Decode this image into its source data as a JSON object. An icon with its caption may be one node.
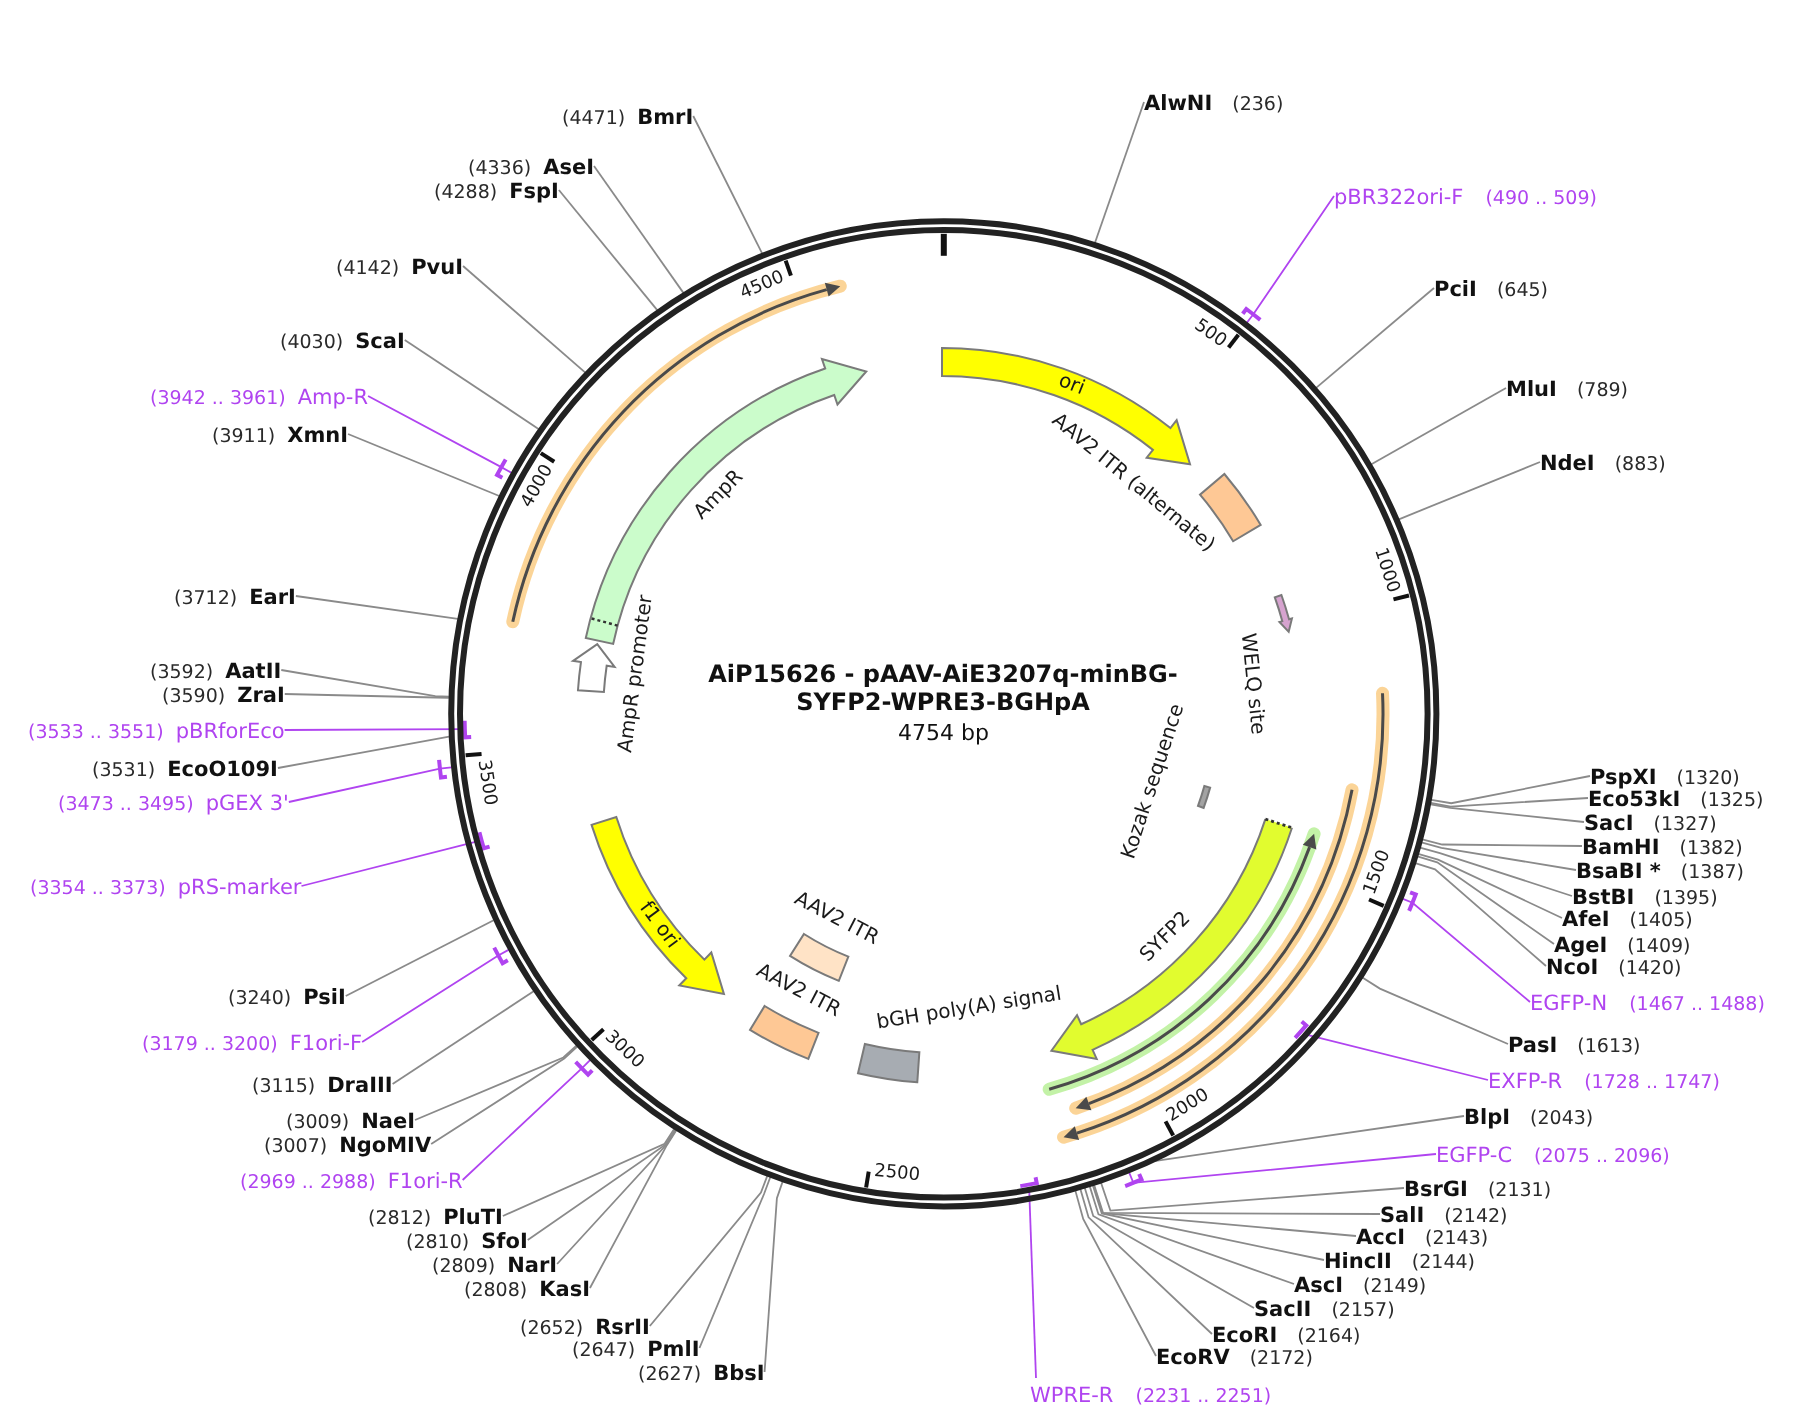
{
  "diagram": {
    "title": "AiP15626 - pAAV-AiE3207q-minBG-SYFP2-WPRE3-BGHpA",
    "nodes": [
      {
        "text": [
          "AlwNI",
          "(236)"
        ]
      },
      {
        "text": [
          "pBR322ori-F",
          "(490 .. 509)"
        ]
      },
      {
        "text": [
          "PciI",
          "(645)"
        ]
      },
      {
        "text": [
          "MluI",
          "(789)"
        ]
      },
      {
        "text": [
          "NdeI",
          "(883)"
        ]
      },
      {
        "text": [
          "PspXI",
          "(1320)"
        ]
      },
      {
        "text": [
          "Eco53kI",
          "(1325)"
        ]
      },
      {
        "text": [
          "SacI",
          "(1327)"
        ]
      },
      {
        "text": [
          "BamHI",
          "(1382)"
        ]
      },
      {
        "text": [
          "BsaBI *",
          "(1387)"
        ]
      },
      {
        "text": [
          "BstBI",
          "(1395)"
        ]
      },
      {
        "text": [
          "AfeI",
          "(1405)"
        ]
      },
      {
        "text": [
          "AgeI",
          "(1409)"
        ]
      },
      {
        "text": [
          "NcoI",
          "(1420)"
        ]
      },
      {
        "text": [
          "EGFP-N",
          "(1467 .. 1488)"
        ]
      },
      {
        "text": [
          "PasI",
          "(1613)"
        ]
      },
      {
        "text": [
          "EXFP-R",
          "(1728 .. 1747)"
        ]
      },
      {
        "text": [
          "BlpI",
          "(2043)"
        ]
      },
      {
        "text": [
          "EGFP-C",
          "(2075 .. 2096)"
        ]
      },
      {
        "text": [
          "BsrGI",
          "(2131)"
        ]
      },
      {
        "text": [
          "SalI",
          "(2142)"
        ]
      },
      {
        "text": [
          "AccI",
          "(2143)"
        ]
      },
      {
        "text": [
          "HincII",
          "(2144)"
        ]
      },
      {
        "text": [
          "AscI",
          "(2149)"
        ]
      },
      {
        "text": [
          "SacII",
          "(2157)"
        ]
      },
      {
        "text": [
          "EcoRI",
          "(2164)"
        ]
      },
      {
        "text": [
          "EcoRV",
          "(2172)"
        ]
      },
      {
        "text": [
          "WPRE-R",
          "(2231 .. 2251)"
        ]
      },
      {
        "text": [
          "(2627)",
          "BbsI"
        ]
      },
      {
        "text": [
          "(2647)",
          "PmlI"
        ]
      },
      {
        "text": [
          "(2652)",
          "RsrII"
        ]
      },
      {
        "text": [
          "(2808)",
          "KasI"
        ]
      },
      {
        "text": [
          "(2809)",
          "NarI"
        ]
      },
      {
        "text": [
          "(2810)",
          "SfoI"
        ]
      },
      {
        "text": [
          "(2812)",
          "PluTI"
        ]
      },
      {
        "text": [
          "(2969 .. 2988)",
          "F1ori-R"
        ]
      },
      {
        "text": [
          "(3007)",
          "NgoMIV"
        ]
      },
      {
        "text": [
          "(3009)",
          "NaeI"
        ]
      },
      {
        "text": [
          "(3115)",
          "DraIII"
        ]
      },
      {
        "text": [
          "(3179 .. 3200)",
          "F1ori-F"
        ]
      },
      {
        "text": [
          "(3240)",
          "PsiI"
        ]
      },
      {
        "text": [
          "(3354 .. 3373)",
          "pRS-marker"
        ]
      },
      {
        "text": [
          "(3473 .. 3495)",
          "pGEX 3'"
        ]
      },
      {
        "text": [
          "(3531)",
          "EcoO109I"
        ]
      },
      {
        "text": [
          "(3533 .. 3551)",
          "pBRforEco"
        ]
      },
      {
        "text": [
          "(3590)",
          "ZraI"
        ]
      },
      {
        "text": [
          "(3592)",
          "AatII"
        ]
      },
      {
        "text": [
          "(3712)",
          "EarI"
        ]
      },
      {
        "text": [
          "(3911)",
          "XmnI"
        ]
      },
      {
        "text": [
          "(3942 .. 3961)",
          "Amp-R"
        ]
      },
      {
        "text": [
          "(4030)",
          "ScaI"
        ]
      },
      {
        "text": [
          "(4142)",
          "PvuI"
        ]
      },
      {
        "text": [
          "(4288)",
          "FspI"
        ]
      },
      {
        "text": [
          "(4336)",
          "AseI"
        ]
      },
      {
        "text": [
          "(4471)",
          "BmrI"
        ]
      },
      {
        "text": [],
        "shape": "circle"
      },
      {
        "text": [
          "ori"
        ],
        "in": 55
      },
      {
        "text": [
          "AAV2 ITR (alternate)"
        ],
        "in": 55
      },
      {
        "text": [
          "WELQ site"
        ],
        "in": 55
      },
      {
        "text": [
          "Kozak sequence"
        ],
        "in": 55
      },
      {
        "text": [
          "SYFP2"
        ],
        "in": 55
      },
      {
        "text": [
          "bGH poly(A) signal"
        ],
        "in": 55
      },
      {
        "text": [
          "AAV2 ITR"
        ],
        "in": 55
      },
      {
        "text": [
          "AAV2 ITR"
        ],
        "in": 55
      },
      {
        "text": [
          "f1 ori"
        ],
        "in": 55
      },
      {
        "text": [
          "AmpR promoter"
        ],
        "in": 55
      },
      {
        "text": [
          "AmpR"
        ],
        "in": 55
      }
    ],
    "edges": [
      {
        "from": 0,
        "to": 55,
        "arrow": "none"
      },
      {
        "from": 1,
        "to": 55,
        "arrow": "none",
        "color": "#b044f0"
      },
      {
        "from": 2,
        "to": 55,
        "arrow": "none"
      },
      {
        "from": 3,
        "to": 55,
        "arrow": "none"
      },
      {
        "from": 4,
        "to": 55,
        "arrow": "none"
      },
      {
        "from": 5,
        "to": 55,
        "arrow": "none"
      },
      {
        "from": 6,
        "to": 55,
        "arrow": "none"
      },
      {
        "from": 7,
        "to": 55,
        "arrow": "none"
      },
      {
        "from": 8,
        "to": 55,
        "arrow": "none"
      },
      {
        "from": 9,
        "to": 55,
        "arrow": "none"
      },
      {
        "from": 10,
        "to": 55,
        "arrow": "none"
      },
      {
        "from": 11,
        "to": 55,
        "arrow": "none"
      },
      {
        "from": 12,
        "to": 55,
        "arrow": "none"
      },
      {
        "from": 13,
        "to": 55,
        "arrow": "none"
      },
      {
        "from": 14,
        "to": 55,
        "arrow": "none",
        "color": "#b044f0"
      },
      {
        "from": 15,
        "to": 55,
        "arrow": "none"
      },
      {
        "from": 16,
        "to": 55,
        "arrow": "none",
        "color": "#b044f0"
      },
      {
        "from": 17,
        "to": 55,
        "arrow": "none"
      },
      {
        "from": 18,
        "to": 55,
        "arrow": "none",
        "color": "#b044f0"
      },
      {
        "from": 19,
        "to": 55,
        "arrow": "none"
      },
      {
        "from": 20,
        "to": 55,
        "arrow": "none"
      },
      {
        "from": 21,
        "to": 55,
        "arrow": "none"
      },
      {
        "from": 22,
        "to": 55,
        "arrow": "none"
      },
      {
        "from": 23,
        "to": 55,
        "arrow": "none"
      },
      {
        "from": 24,
        "to": 55,
        "arrow": "none"
      },
      {
        "from": 25,
        "to": 55,
        "arrow": "none"
      },
      {
        "from": 26,
        "to": 55,
        "arrow": "none"
      },
      {
        "from": 27,
        "to": 55,
        "arrow": "none",
        "color": "#b044f0"
      },
      {
        "from": 28,
        "to": 55,
        "arrow": "none"
      },
      {
        "from": 29,
        "to": 55,
        "arrow": "none"
      },
      {
        "from": 30,
        "to": 55,
        "arrow": "none"
      },
      {
        "from": 31,
        "to": 55,
        "arrow": "none"
      },
      {
        "from": 32,
        "to": 55,
        "arrow": "none"
      },
      {
        "from": 33,
        "to": 55,
        "arrow": "none"
      },
      {
        "from": 34,
        "to": 55,
        "arrow": "none"
      },
      {
        "from": 35,
        "to": 55,
        "arrow": "none",
        "color": "#b044f0"
      },
      {
        "from": 36,
        "to": 55,
        "arrow": "none"
      },
      {
        "from": 37,
        "to": 55,
        "arrow": "none"
      },
      {
        "from": 38,
        "to": 55,
        "arrow": "none"
      },
      {
        "from": 39,
        "to": 55,
        "arrow": "none",
        "color": "#b044f0"
      },
      {
        "from": 40,
        "to": 55,
        "arrow": "none"
      },
      {
        "from": 41,
        "to": 55,
        "arrow": "none",
        "color": "#b044f0"
      },
      {
        "from": 42,
        "to": 55,
        "arrow": "none",
        "color": "#b044f0"
      },
      {
        "from": 43,
        "to": 55,
        "arrow": "none"
      },
      {
        "from": 44,
        "to": 55,
        "arrow": "none",
        "color": "#b044f0"
      },
      {
        "from": 45,
        "to": 55,
        "arrow": "none"
      },
      {
        "from": 46,
        "to": 55,
        "arrow": "none"
      },
      {
        "from": 47,
        "to": 55,
        "arrow": "none"
      },
      {
        "from": 48,
        "to": 55,
        "arrow": "none"
      },
      {
        "from": 49,
        "to": 55,
        "arrow": "none",
        "color": "#b044f0"
      },
      {
        "from": 50,
        "to": 55,
        "arrow": "none"
      },
      {
        "from": 51,
        "to": 55,
        "arrow": "none"
      },
      {
        "from": 52,
        "to": 55,
        "arrow": "none"
      },
      {
        "from": 53,
        "to": 55,
        "arrow": "none"
      },
      {
        "from": 54,
        "to": 55,
        "arrow": "none"
      }
    ],
    "labels": [
      "4754 bp",
      "500",
      "1000",
      "1500",
      "2000",
      "2500",
      "3000",
      "3500",
      "4000",
      "4500"
    ]
  }
}
